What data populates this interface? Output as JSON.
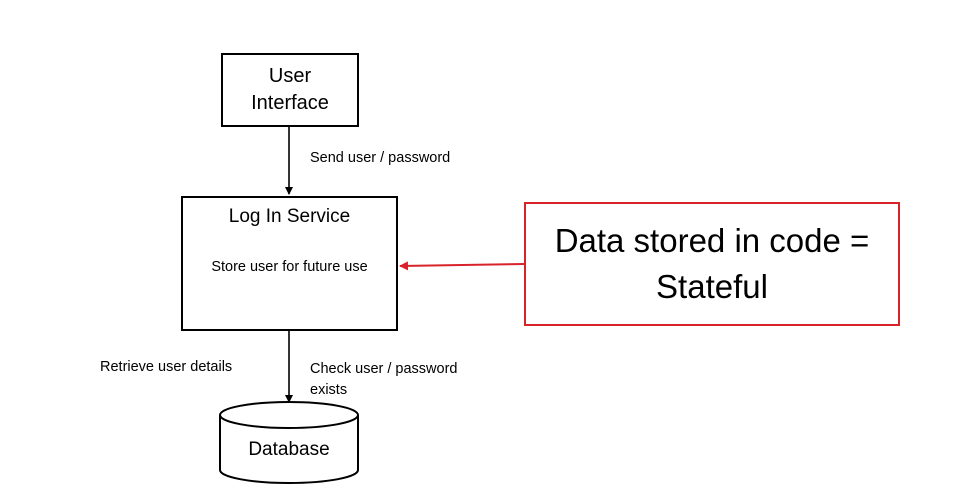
{
  "nodes": {
    "user_interface": {
      "line1": "User",
      "line2": "Interface"
    },
    "login_service": {
      "title": "Log In Service",
      "body": "Store user for future use"
    },
    "database": {
      "label": "Database"
    },
    "callout": {
      "line1": "Data stored in code =",
      "line2": "Stateful"
    }
  },
  "edges": {
    "ui_to_login": {
      "label": "Send user / password"
    },
    "login_to_db": {
      "label_left": "Retrieve user details",
      "label_right_line1": "Check user / password",
      "label_right_line2": "exists"
    }
  },
  "colors": {
    "stroke": "#000000",
    "accent": "#d9232a",
    "background": "#ffffff"
  }
}
